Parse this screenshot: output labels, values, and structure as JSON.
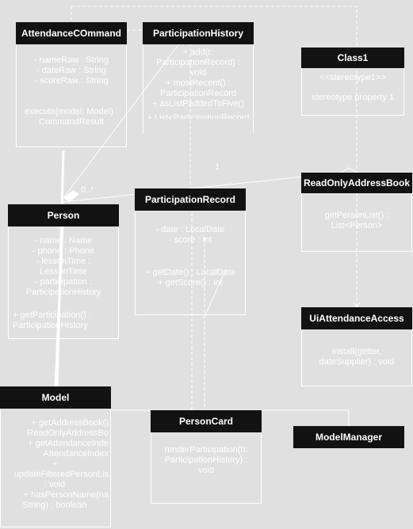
{
  "classes": {
    "attendance_command": {
      "name": "AttendanceCOmmand",
      "attributes": [
        "- nameRaw : String",
        "- dateRaw : String",
        "- scoreRaw : String"
      ],
      "methods": [
        "execute(model: Model) :",
        "CommandResult"
      ]
    },
    "participation_history": {
      "name": "ParticipationHistory",
      "methods": [
        "+ add(r:",
        "ParticipationRecord) :",
        "void",
        "+ mostRecent() :",
        "ParticipationRecord",
        "+ asListPaddedToFive()",
        "",
        "+ List<ParticipationRecord"
      ]
    },
    "class1": {
      "name": "Class1",
      "stereotype": "<<stereotype1>>",
      "property": "stereotype property 1"
    },
    "read_only_address_book": {
      "name": "ReadOnlyAddressBook",
      "methods": [
        "getPersonList() :",
        "List<Person>"
      ]
    },
    "person": {
      "name": "Person",
      "attributes": [
        "- name : Name",
        "- phone : Phone",
        "- lessonTime :",
        "LessonTime",
        "- participation :",
        "ParticipationHistory"
      ],
      "methods": [
        "+ getParticipation() :",
        "ParticipationHistory"
      ]
    },
    "participation_record": {
      "name": "ParticipationRecord",
      "attributes": [
        "- date : LocalDate",
        "- score : int"
      ],
      "methods": [
        "+ getDate() : LocalDate",
        "+ getScore() : int"
      ]
    },
    "ui_attendance_access": {
      "name": "UiAttendanceAccess",
      "methods": [
        "install(getter,",
        "dateSupplier) : void"
      ]
    },
    "model": {
      "name": "Model",
      "methods": [
        "+ getAddressBook()",
        "ReadOnlyAddressBo",
        "+ getAttendanceInde",
        "AttendanceIndex",
        "+",
        "updateFilteredPersonLis",
        ": void",
        "+ hasPersonName(na",
        "String) : boolean"
      ]
    },
    "person_card": {
      "name": "PersonCard",
      "methods": [
        "renderParticipation(h:",
        "ParticipationHistory) :",
        "void"
      ]
    },
    "model_manager": {
      "name": "ModelManager"
    }
  },
  "multiplicities": {
    "history_to_record": "1",
    "person_to_book": "0..*"
  },
  "colors": {
    "background": "#e0e0e0",
    "header": "#121212",
    "line": "#ffffff"
  }
}
